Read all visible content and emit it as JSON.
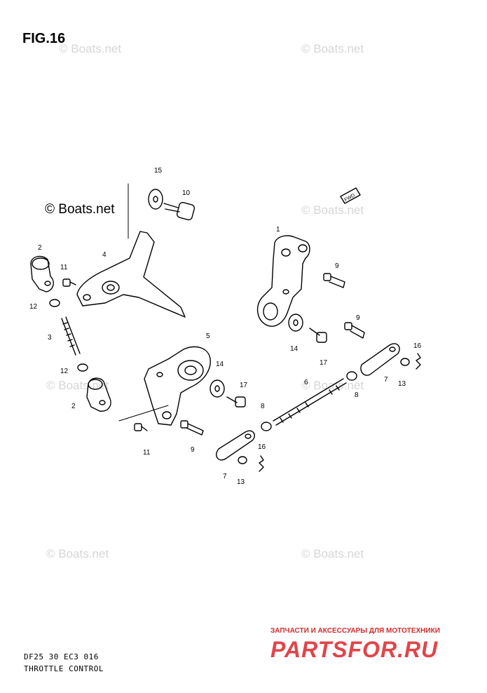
{
  "figure": {
    "title": "FIG.16",
    "code": "DF25 30 EC3  016",
    "caption": "THROTTLE CONTROL"
  },
  "watermark": {
    "text": "© Boats.net"
  },
  "shop": {
    "tagline": "ЗАПЧАСТИ И АКСЕССУАРЫ ДЛЯ МОТОТЕХНИКИ",
    "logo": "PARTSFOR.RU"
  },
  "fwd_label": "FWD",
  "callouts": {
    "c1": "1",
    "c2a": "2",
    "c2b": "2",
    "c3": "3",
    "c4": "4",
    "c5": "5",
    "c6": "6",
    "c7a": "7",
    "c7b": "7",
    "c8a": "8",
    "c8b": "8",
    "c9a": "9",
    "c9b": "9",
    "c9c": "9",
    "c10": "10",
    "c11a": "11",
    "c11b": "11",
    "c12a": "12",
    "c12b": "12",
    "c13a": "13",
    "c13b": "13",
    "c14a": "14",
    "c14b": "14",
    "c15": "15",
    "c16a": "16",
    "c16b": "16",
    "c17a": "17",
    "c17b": "17"
  },
  "colors": {
    "line": "#000000",
    "watermark": "#d6d6d6",
    "shop": "#e0454a"
  }
}
